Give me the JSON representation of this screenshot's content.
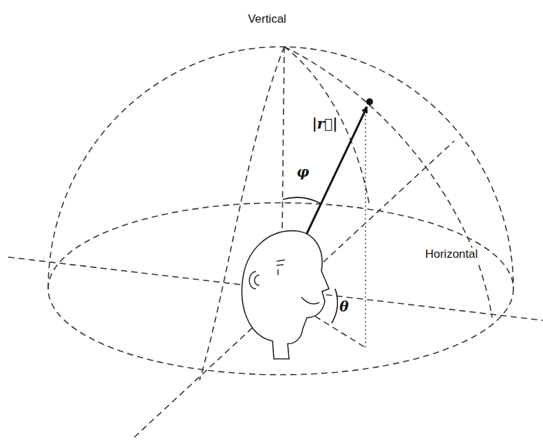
{
  "diagram": {
    "labels": [
      "Vertical",
      "Horizontal",
      "φ",
      "|r⃗|",
      "θ"
    ]
  }
}
